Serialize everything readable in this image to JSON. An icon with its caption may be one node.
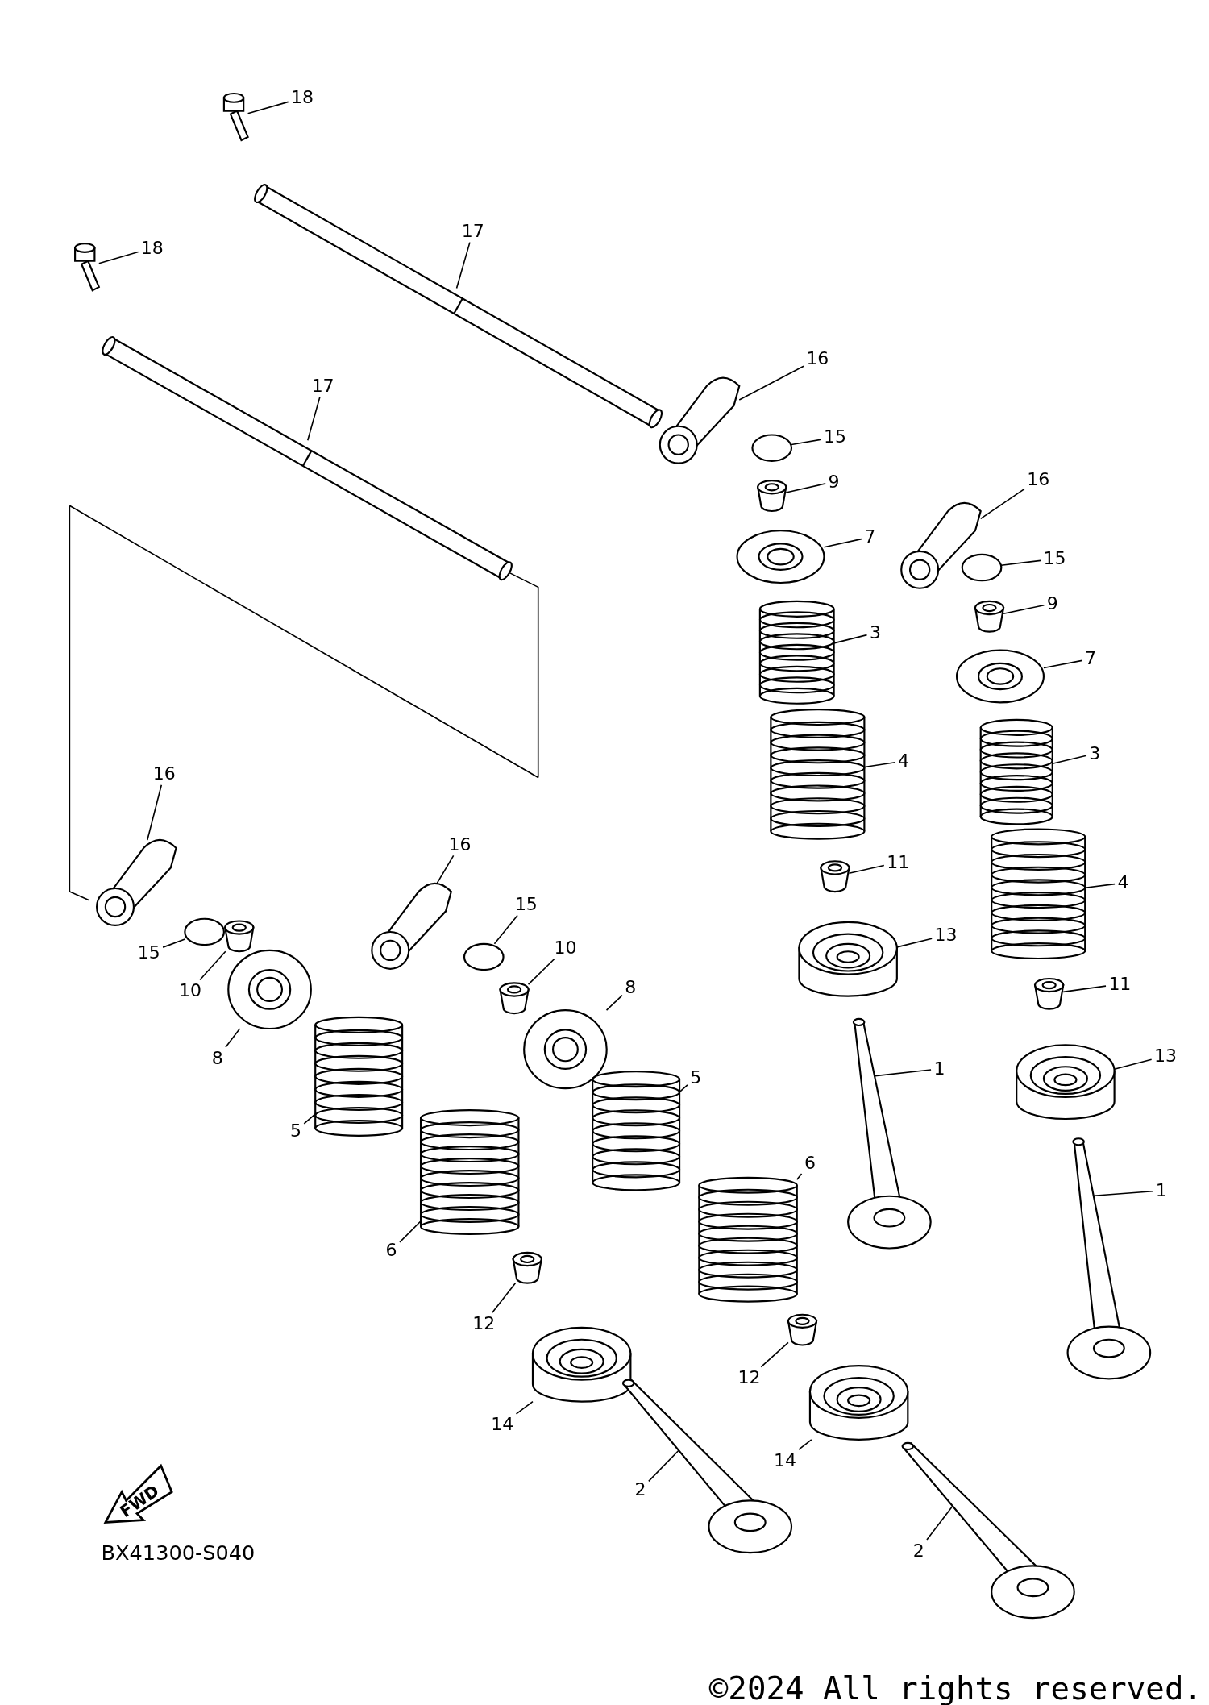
{
  "diagram": {
    "nodes": [
      {
        "text": [
          "18"
        ]
      },
      {
        "text": [],
        "shape": "picture"
      },
      {
        "text": [
          "18"
        ]
      },
      {
        "text": [],
        "shape": "picture"
      },
      {
        "text": [
          "17"
        ]
      },
      {
        "text": [],
        "shape": "picture"
      },
      {
        "text": [
          "17"
        ]
      },
      {
        "text": [],
        "shape": "picture"
      },
      {
        "text": [
          "16"
        ]
      },
      {
        "text": [],
        "shape": "picture"
      },
      {
        "text": [
          "15"
        ]
      },
      {
        "text": [],
        "shape": "circle"
      },
      {
        "text": [
          "9"
        ]
      },
      {
        "text": [],
        "shape": "cylinder"
      },
      {
        "text": [
          "7"
        ]
      },
      {
        "text": [],
        "shape": "picture"
      },
      {
        "text": [
          "3"
        ]
      },
      {
        "text": [],
        "shape": "picture"
      },
      {
        "text": [
          "4"
        ]
      },
      {
        "text": [],
        "shape": "picture"
      },
      {
        "text": [
          "11"
        ]
      },
      {
        "text": [],
        "shape": "cylinder"
      },
      {
        "text": [
          "13"
        ]
      },
      {
        "text": [],
        "shape": "picture"
      },
      {
        "text": [
          "1"
        ]
      },
      {
        "text": [],
        "shape": "picture"
      },
      {
        "text": [
          "16"
        ]
      },
      {
        "text": [],
        "shape": "picture"
      },
      {
        "text": [
          "15"
        ]
      },
      {
        "text": [],
        "shape": "circle"
      },
      {
        "text": [
          "9"
        ]
      },
      {
        "text": [],
        "shape": "cylinder"
      },
      {
        "text": [
          "7"
        ]
      },
      {
        "text": [],
        "shape": "picture"
      },
      {
        "text": [
          "3"
        ]
      },
      {
        "text": [],
        "shape": "picture"
      },
      {
        "text": [
          "4"
        ]
      },
      {
        "text": [],
        "shape": "picture"
      },
      {
        "text": [
          "11"
        ]
      },
      {
        "text": [],
        "shape": "cylinder"
      },
      {
        "text": [
          "13"
        ]
      },
      {
        "text": [],
        "shape": "picture"
      },
      {
        "text": [
          "1"
        ]
      },
      {
        "text": [],
        "shape": "picture"
      },
      {
        "text": [
          "16"
        ]
      },
      {
        "text": [],
        "shape": "picture"
      },
      {
        "text": [
          "15"
        ]
      },
      {
        "text": [],
        "shape": "circle"
      },
      {
        "text": [
          "10"
        ]
      },
      {
        "text": [],
        "shape": "cylinder"
      },
      {
        "text": [
          "8"
        ]
      },
      {
        "text": [],
        "shape": "picture"
      },
      {
        "text": [
          "5"
        ]
      },
      {
        "text": [],
        "shape": "picture"
      },
      {
        "text": [
          "6"
        ]
      },
      {
        "text": [],
        "shape": "picture"
      },
      {
        "text": [
          "12"
        ]
      },
      {
        "text": [],
        "shape": "cylinder"
      },
      {
        "text": [
          "14"
        ]
      },
      {
        "text": [],
        "shape": "picture"
      },
      {
        "text": [
          "2"
        ]
      },
      {
        "text": [],
        "shape": "picture"
      },
      {
        "text": [
          "16"
        ]
      },
      {
        "text": [],
        "shape": "picture"
      },
      {
        "text": [
          "15"
        ]
      },
      {
        "text": [],
        "shape": "circle"
      },
      {
        "text": [
          "10"
        ]
      },
      {
        "text": [],
        "shape": "cylinder"
      },
      {
        "text": [
          "8"
        ]
      },
      {
        "text": [],
        "shape": "picture"
      },
      {
        "text": [
          "5"
        ]
      },
      {
        "text": [],
        "shape": "picture"
      },
      {
        "text": [
          "6"
        ]
      },
      {
        "text": [],
        "shape": "picture"
      },
      {
        "text": [
          "12"
        ]
      },
      {
        "text": [],
        "shape": "cylinder"
      },
      {
        "text": [
          "14"
        ]
      },
      {
        "text": [],
        "shape": "picture"
      },
      {
        "text": [
          "2"
        ]
      },
      {
        "text": [],
        "shape": "picture"
      }
    ],
    "edges": [
      {
        "from": 0,
        "to": 1,
        "arrow": "none"
      },
      {
        "from": 2,
        "to": 3,
        "arrow": "none"
      },
      {
        "from": 4,
        "to": 5,
        "arrow": "none"
      },
      {
        "from": 6,
        "to": 7,
        "arrow": "none"
      },
      {
        "from": 8,
        "to": 9,
        "arrow": "none"
      },
      {
        "from": 10,
        "to": 11,
        "arrow": "none"
      },
      {
        "from": 12,
        "to": 13,
        "arrow": "none"
      },
      {
        "from": 14,
        "to": 15,
        "arrow": "none"
      },
      {
        "from": 16,
        "to": 17,
        "arrow": "none"
      },
      {
        "from": 18,
        "to": 19,
        "arrow": "none"
      },
      {
        "from": 20,
        "to": 21,
        "arrow": "none"
      },
      {
        "from": 22,
        "to": 23,
        "arrow": "none"
      },
      {
        "from": 24,
        "to": 25,
        "arrow": "none"
      },
      {
        "from": 26,
        "to": 27,
        "arrow": "none"
      },
      {
        "from": 28,
        "to": 29,
        "arrow": "none"
      },
      {
        "from": 30,
        "to": 31,
        "arrow": "none"
      },
      {
        "from": 32,
        "to": 33,
        "arrow": "none"
      },
      {
        "from": 34,
        "to": 35,
        "arrow": "none"
      },
      {
        "from": 36,
        "to": 37,
        "arrow": "none"
      },
      {
        "from": 38,
        "to": 39,
        "arrow": "none"
      },
      {
        "from": 40,
        "to": 41,
        "arrow": "none"
      },
      {
        "from": 42,
        "to": 43,
        "arrow": "none"
      },
      {
        "from": 44,
        "to": 45,
        "arrow": "none"
      },
      {
        "from": 46,
        "to": 47,
        "arrow": "none"
      },
      {
        "from": 48,
        "to": 49,
        "arrow": "none"
      },
      {
        "from": 50,
        "to": 51,
        "arrow": "none"
      },
      {
        "from": 52,
        "to": 53,
        "arrow": "none"
      },
      {
        "from": 54,
        "to": 55,
        "arrow": "none"
      },
      {
        "from": 56,
        "to": 57,
        "arrow": "none"
      },
      {
        "from": 58,
        "to": 59,
        "arrow": "none"
      },
      {
        "from": 60,
        "to": 61,
        "arrow": "none"
      },
      {
        "from": 62,
        "to": 63,
        "arrow": "none"
      },
      {
        "from": 64,
        "to": 65,
        "arrow": "none"
      },
      {
        "from": 66,
        "to": 67,
        "arrow": "none"
      },
      {
        "from": 68,
        "to": 69,
        "arrow": "none"
      },
      {
        "from": 70,
        "to": 71,
        "arrow": "none"
      },
      {
        "from": 72,
        "to": 73,
        "arrow": "none"
      },
      {
        "from": 74,
        "to": 75,
        "arrow": "none"
      },
      {
        "from": 76,
        "to": 77,
        "arrow": "none"
      },
      {
        "from": 78,
        "to": 79,
        "arrow": "none"
      }
    ],
    "labels": [
      "FWD",
      "BX41300-S040",
      "©2024 All rights reserved."
    ]
  }
}
